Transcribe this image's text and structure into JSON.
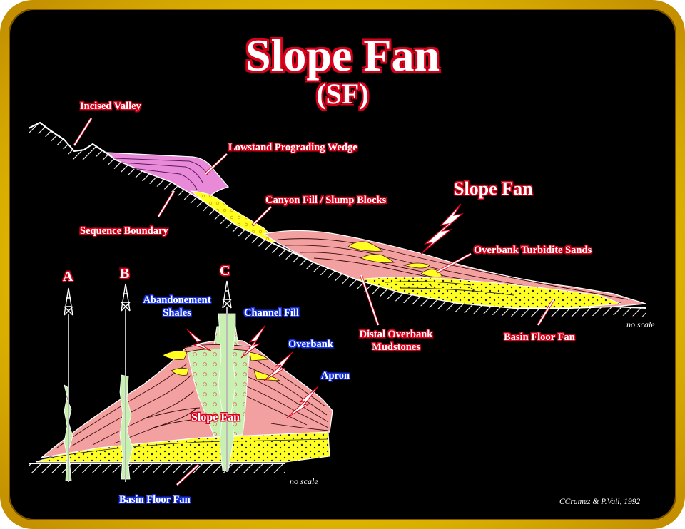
{
  "title": "Slope Fan",
  "subtitle": "(SF)",
  "labels": {
    "incised_valley": "Incised Valley",
    "lowstand_wedge": "Lowstand Prograding Wedge",
    "canyon_fill": "Canyon Fill / Slump Blocks",
    "sequence_boundary": "Sequence Boundary",
    "slope_fan_upper": "Slope Fan",
    "overbank_turbidite": "Overbank Turbidite Sands",
    "distal_overbank_1": "Distal Overbank",
    "distal_overbank_2": "Mudstones",
    "basin_floor_fan_upper": "Basin Floor Fan",
    "no_scale_upper": "no scale",
    "abandonment_1": "Abandonement",
    "abandonment_2": "Shales",
    "channel_fill": "Channel Fill",
    "overbank": "Overbank",
    "apron": "Apron",
    "slope_fan_lower": "Slope Fan",
    "basin_floor_fan_lower": "Basin Floor Fan",
    "no_scale_lower": "no scale",
    "credit": "CCramez & P.Vail, 1992"
  },
  "wells": [
    "A",
    "B",
    "C"
  ],
  "colors": {
    "frame": "#f1d200",
    "background": "#000000",
    "label_outline": "#d8001a",
    "blue_outline": "#1430e0",
    "prograding_wedge": "#e88ad8",
    "slope_fan": "#f2a0a0",
    "sand": "#ffff22",
    "channel_fill": "#c8f0b0"
  }
}
